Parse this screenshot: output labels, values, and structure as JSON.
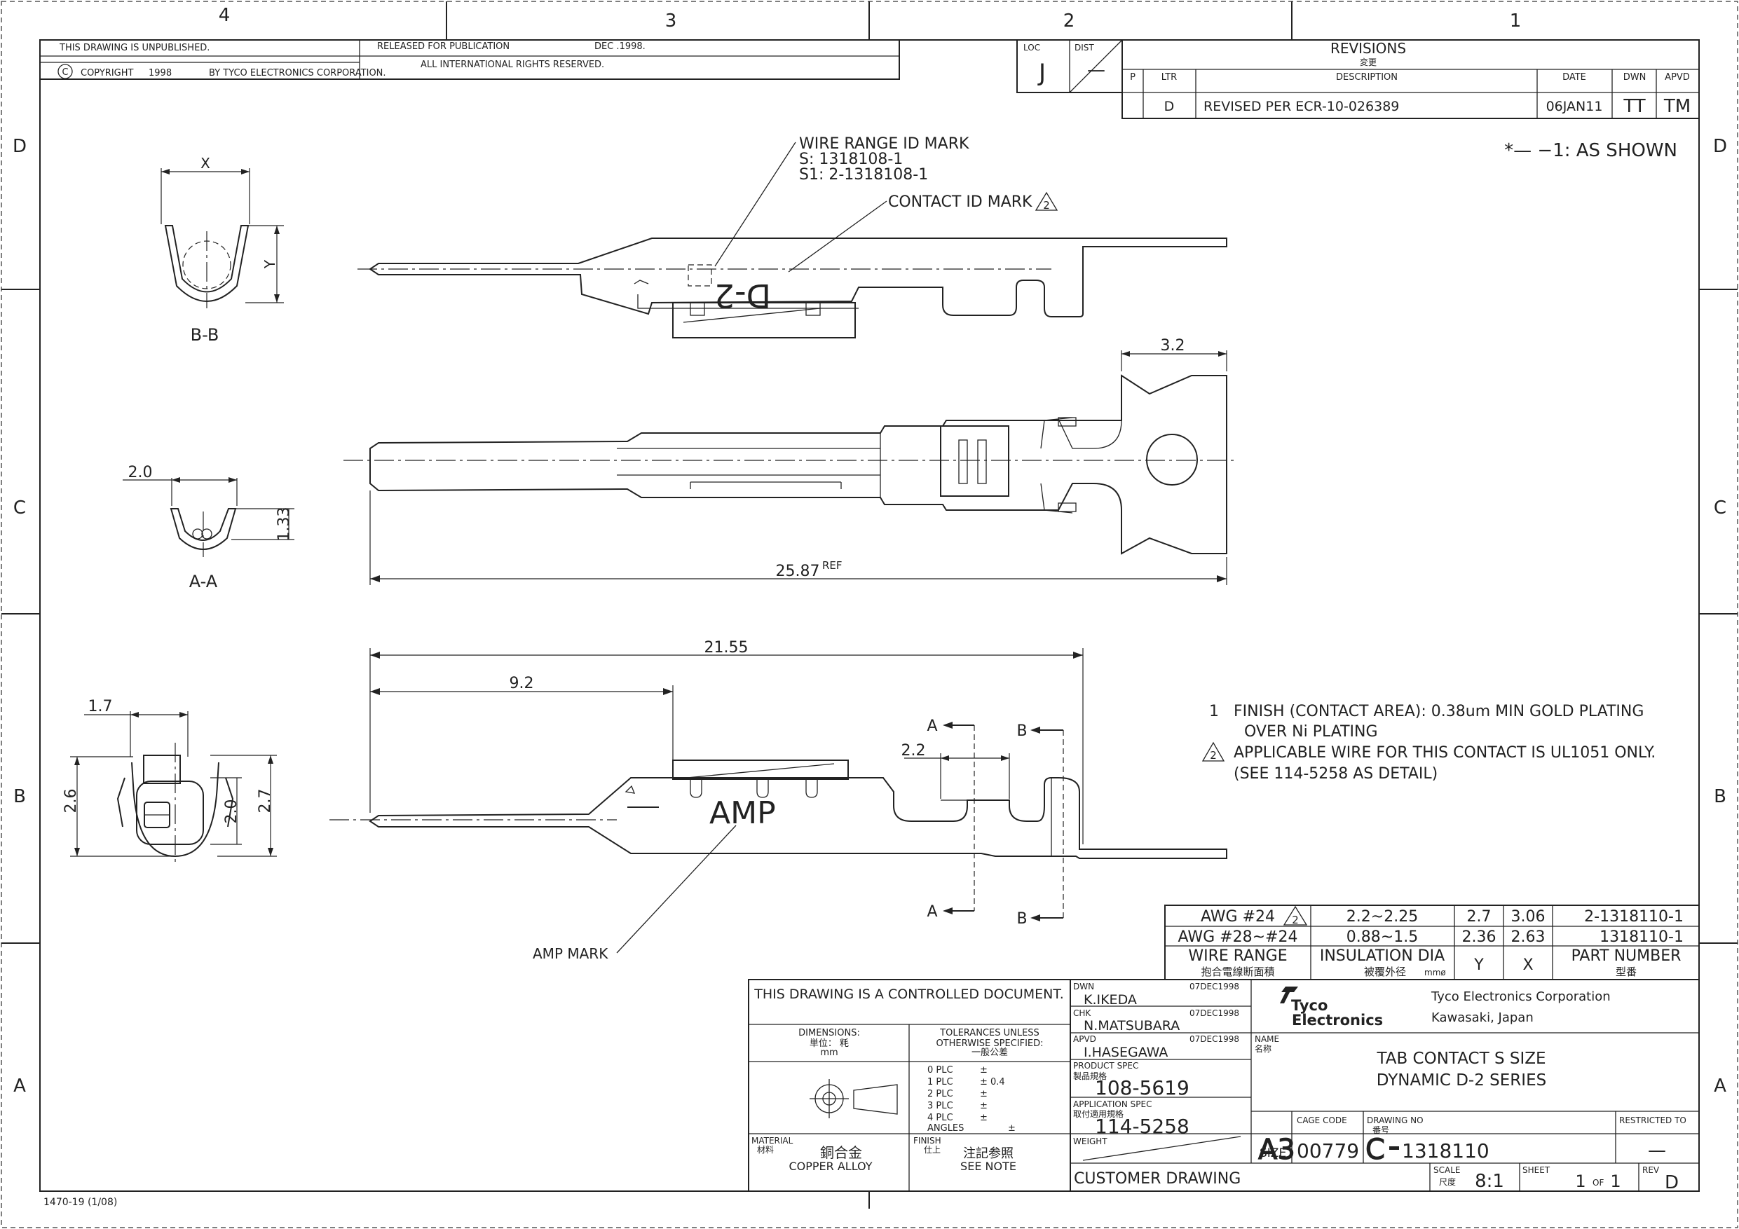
{
  "zones": {
    "cols": [
      "4",
      "3",
      "2",
      "1"
    ],
    "rows": [
      "D",
      "C",
      "B",
      "A"
    ]
  },
  "header": {
    "unpublished": "THIS DRAWING IS UNPUBLISHED.",
    "released": "RELEASED FOR PUBLICATION",
    "release_date": "DEC .1998.",
    "copyright_mark": "C",
    "copyright_label": "COPYRIGHT",
    "copyright_year": "1998",
    "copyright_by": "BY TYCO ELECTRONICS CORPORATION.",
    "rights": "ALL INTERNATIONAL RIGHTS RESERVED."
  },
  "loc": {
    "label": "LOC",
    "value": "J"
  },
  "dist": {
    "label": "DIST",
    "value": "—"
  },
  "revisions": {
    "title": "REVISIONS",
    "title_jp": "変更",
    "cols": {
      "p": "P",
      "ltr": "LTR",
      "desc": "DESCRIPTION",
      "date": "DATE",
      "dwn": "DWN",
      "apvd": "APVD"
    },
    "row": {
      "ltr": "D",
      "desc": "REVISED PER ECR-10-026389",
      "date": "06JAN11",
      "dwn": "TT",
      "apvd": "TM"
    }
  },
  "as_shown": "*— −1: AS SHOWN",
  "callouts": {
    "wire_range_id": "WIRE RANGE ID MARK",
    "wire_s": "S: 1318108-1",
    "wire_s1": "S1: 2-1318108-1",
    "contact_id": "CONTACT ID MARK",
    "contact_id_flag": "2",
    "amp_mark": "AMP MARK",
    "amp_text": "AMP",
    "d2_text": "D-2"
  },
  "sections": {
    "bb": "B-B",
    "aa": "A-A",
    "a": "A",
    "b": "B"
  },
  "dims": {
    "x": "X",
    "y": "Y",
    "w2_0": "2.0",
    "h1_33": "1.33",
    "d3_2": "3.2",
    "d25_87": "25.87",
    "ref": "REF",
    "d21_55": "21.55",
    "d9_2": "9.2",
    "d2_2": "2.2",
    "d1_7": "1.7",
    "d2_6": "2.6",
    "d2_0": "2.0",
    "d2_7": "2.7"
  },
  "notes": {
    "n1_num": "1",
    "n1_a": "FINISH (CONTACT AREA): 0.38um MIN GOLD PLATING",
    "n1_b": "OVER Ni PLATING",
    "n2_flag": "2",
    "n2_a": "APPLICABLE WIRE FOR THIS CONTACT IS UL1051 ONLY.",
    "n2_b": "(SEE 114-5258 AS DETAIL)"
  },
  "wire_table": {
    "rows": [
      {
        "awg": "AWG #24",
        "flag": "2",
        "ins": "2.2~2.25",
        "y": "2.7",
        "x": "3.06",
        "pn": "2-1318110-1"
      },
      {
        "awg": "AWG #28~#24",
        "flag": "",
        "ins": "0.88~1.5",
        "y": "2.36",
        "x": "2.63",
        "pn": "1318110-1"
      }
    ],
    "head": {
      "wire_range": "WIRE RANGE",
      "wire_range_jp": "抱合電線断面積",
      "ins_dia": "INSULATION DIA",
      "ins_dia_jp": "被覆外径",
      "ins_unit": "mmø",
      "y": "Y",
      "x": "X",
      "pn": "PART NUMBER",
      "pn_jp": "型番"
    }
  },
  "title_block": {
    "controlled": "THIS DRAWING IS A CONTROLLED DOCUMENT.",
    "dwn_label": "DWN",
    "dwn_name": "K.IKEDA",
    "dwn_date": "07DEC1998",
    "chk_label": "CHK",
    "chk_name": "N.MATSUBARA",
    "chk_date": "07DEC1998",
    "apvd_label": "APVD",
    "apvd_name": "I.HASEGAWA",
    "apvd_date": "07DEC1998",
    "company_line1": "Tyco",
    "company_line2": "Electronics",
    "company_full": "Tyco Electronics Corporation",
    "company_city": "Kawasaki, Japan",
    "name_label": "NAME",
    "name_jp": "名称",
    "title1": "TAB CONTACT S SIZE",
    "title2": "DYNAMIC D-2 SERIES",
    "dims_label": "DIMENSIONS:",
    "dims_unit_jp": "単位： 粍",
    "dims_unit": "mm",
    "tol_1": "TOLERANCES UNLESS",
    "tol_2": "OTHERWISE SPECIFIED:",
    "tol_jp": "一般公差",
    "tol_rows": [
      {
        "plc": "0 PLC",
        "val": "±"
      },
      {
        "plc": "1 PLC",
        "val": "± 0.4"
      },
      {
        "plc": "2 PLC",
        "val": "±"
      },
      {
        "plc": "3 PLC",
        "val": "±"
      },
      {
        "plc": "4 PLC",
        "val": "±"
      },
      {
        "plc": "ANGLES",
        "val": "±"
      }
    ],
    "prod_spec_label": "PRODUCT SPEC",
    "prod_spec_jp": "製品規格",
    "prod_spec": "108-5619",
    "app_spec_label": "APPLICATION SPEC",
    "app_spec_jp": "取付適用規格",
    "app_spec": "114-5258",
    "weight_label": "WEIGHT",
    "material_label": "MATERIAL",
    "material_label_jp": "材料",
    "material_jp": "銅合金",
    "material": "COPPER ALLOY",
    "finish_label": "FINISH",
    "finish_label_jp": "仕上",
    "finish_jp": "注記参照",
    "finish": "SEE NOTE",
    "size_label": "SIZE",
    "size": "A3",
    "cage_label": "CAGE CODE",
    "cage": "00779",
    "dwg_no_label": "DRAWING NO",
    "dwg_no_jp": "番号",
    "dwg_prefix": "C",
    "dwg_no": "1318110",
    "restricted_label": "RESTRICTED TO",
    "restricted": "—",
    "customer": "CUSTOMER DRAWING",
    "scale_label": "SCALE",
    "scale_jp": "尺度",
    "scale": "8:1",
    "sheet_label": "SHEET",
    "sheet": "1",
    "of_label": "OF",
    "sheet_total": "1",
    "rev_label": "REV",
    "rev": "D"
  },
  "form_no": "1470-19 (1/08)"
}
